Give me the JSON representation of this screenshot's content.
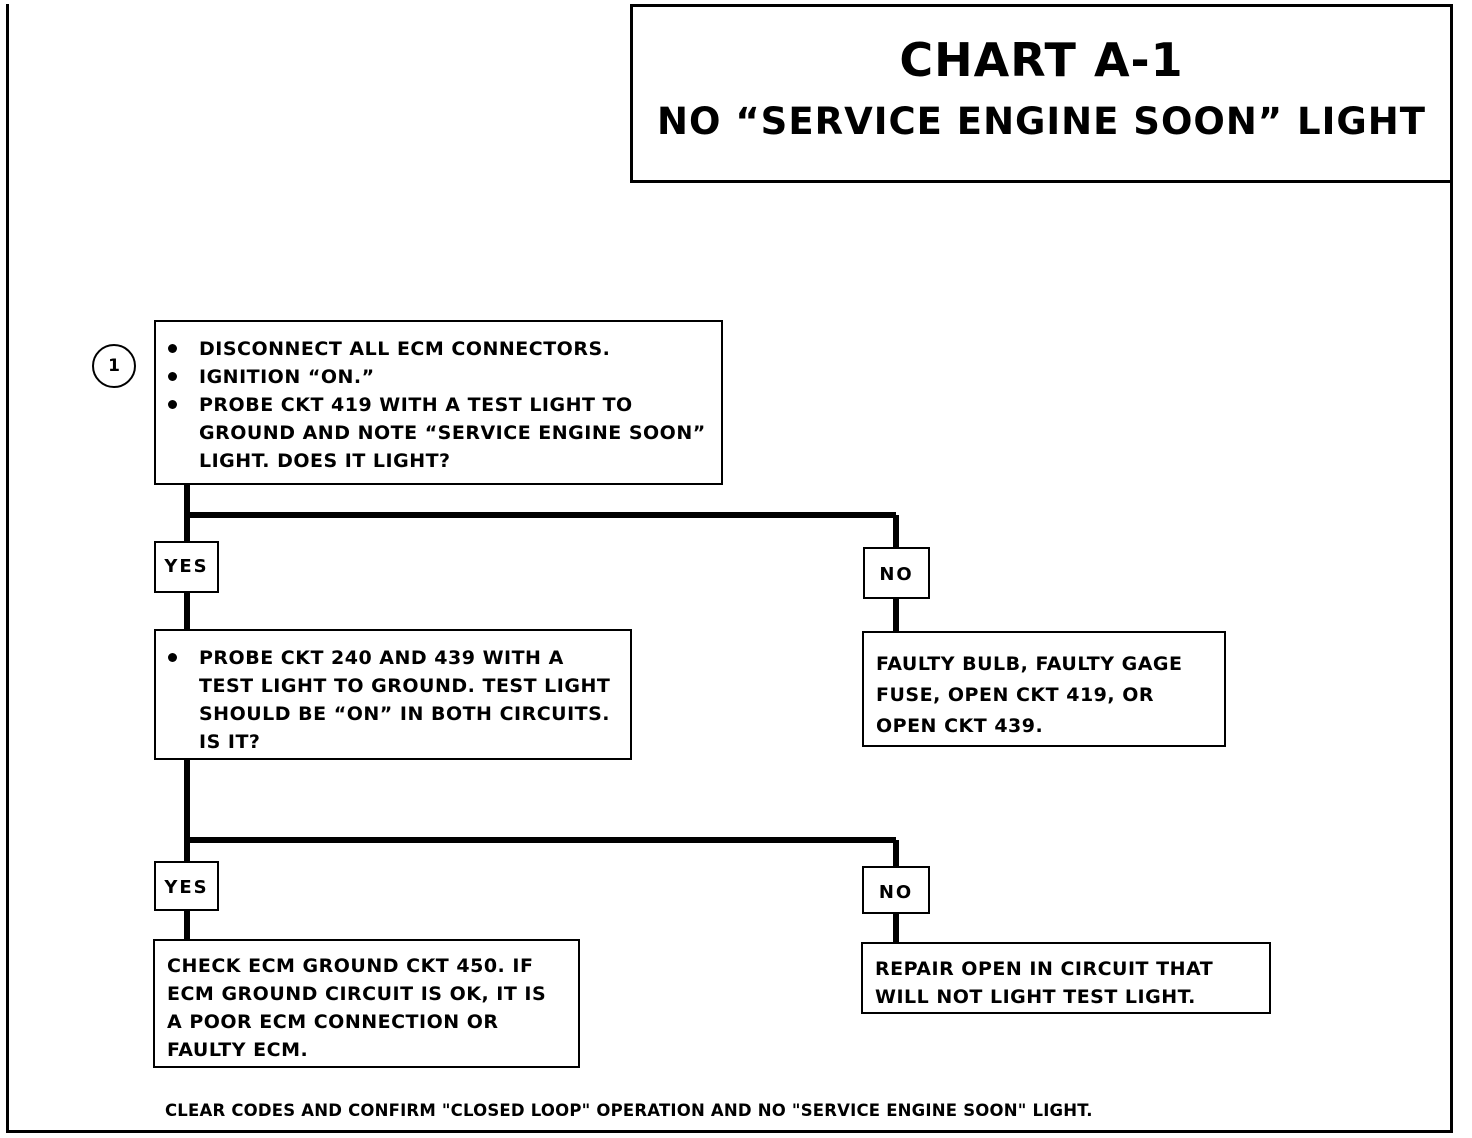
{
  "title": {
    "main": "CHART A-1",
    "sub": "NO “SERVICE ENGINE SOON” LIGHT"
  },
  "step_marker": "1",
  "steps": {
    "start": {
      "bullets": [
        "DISCONNECT ALL ECM CONNECTORS.",
        "IGNITION “ON.”",
        "PROBE CKT 419 WITH A TEST LIGHT TO GROUND AND NOTE “SERVICE ENGINE SOON” LIGHT. DOES IT LIGHT?"
      ]
    },
    "yes1": {
      "label": "YES",
      "bullets": [
        "PROBE CKT 240 AND 439 WITH A TEST LIGHT TO GROUND.  TEST LIGHT SHOULD BE “ON” IN BOTH CIRCUITS. IS IT?"
      ]
    },
    "no1": {
      "label": "NO",
      "text": "FAULTY BULB, FAULTY GAGE FUSE, OPEN CKT 419, OR OPEN CKT 439."
    },
    "yes2": {
      "label": "YES",
      "text": "CHECK ECM GROUND CKT 450.  IF ECM GROUND CIRCUIT IS OK,  IT IS A POOR ECM CONNECTION OR FAULTY ECM."
    },
    "no2": {
      "label": "NO",
      "text": "REPAIR OPEN IN CIRCUIT THAT WILL NOT LIGHT TEST LIGHT."
    }
  },
  "footer": "CLEAR CODES AND CONFIRM \"CLOSED LOOP\" OPERATION AND NO \"SERVICE ENGINE SOON\" LIGHT."
}
